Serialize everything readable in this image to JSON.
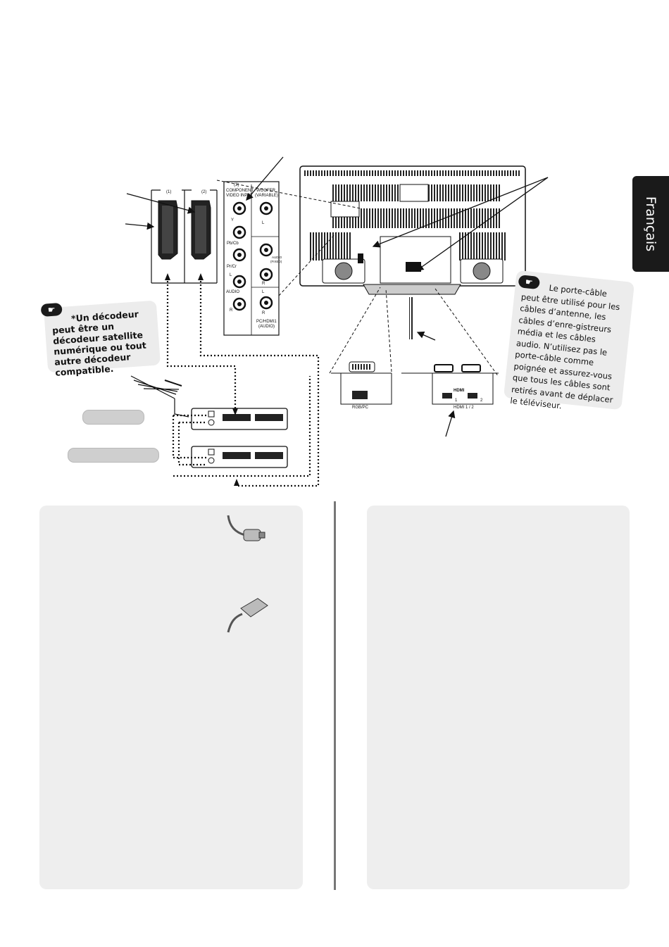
{
  "language_tab": "Français",
  "tv_panel": {
    "scart_1": "(1)",
    "scart_2": "(2)",
    "component_title_1": "COMPONENT",
    "component_title_2": "VIDEO INPUT",
    "component_y": "Y",
    "component_pb": "Pb/Cb",
    "component_pr": "Pr/Cr",
    "audio_l": "L",
    "audio_label": "AUDIO",
    "audio_r": "R",
    "woofer_1": "WOOFER",
    "woofer_2": "(VARIABLE)",
    "audio_fixed_1": "AUDIO",
    "audio_fixed_2": "(FIXED)",
    "woofer_l": "L",
    "woofer_r": "R",
    "fixed_l": "L",
    "fixed_r": "R",
    "pc_hdmi_1": "PC/HDMI1",
    "pc_hdmi_2": "(AUDIO)",
    "rgb_pc": "RGB/PC",
    "hdmi_logo": "HDMI",
    "hdmi_1": "1",
    "hdmi_2": "2",
    "hdmi_12": "HDMI 1 / 2",
    "scart_3": "(3)"
  },
  "note_left": "*Un décodeur peut être un décodeur satellite numérique ou tout autre décodeur compatible.",
  "note_right": "Le porte-câble peut être utilisé pour les câbles d’antenne, les câbles d’enre-gistreurs média et les câbles audio. N’utilisez pas le porte-câble comme poignée et assurez-vous que tous les câbles sont retirés avant de déplacer le téléviseur."
}
